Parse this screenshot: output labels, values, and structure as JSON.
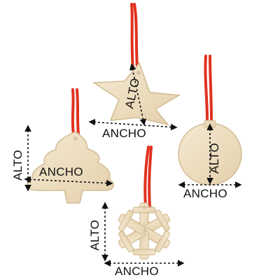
{
  "labels": {
    "height": "ALTO",
    "width": "ANCHO"
  },
  "colors": {
    "wood": "#eedfc4",
    "wood_edge": "#d2bc95",
    "ribbon": "#e0321f",
    "ribbon_dark": "#b8231a",
    "dimension_line": "#111111",
    "background": "#ffffff"
  },
  "ornaments": [
    "star",
    "tree",
    "bauble",
    "snowflake"
  ]
}
